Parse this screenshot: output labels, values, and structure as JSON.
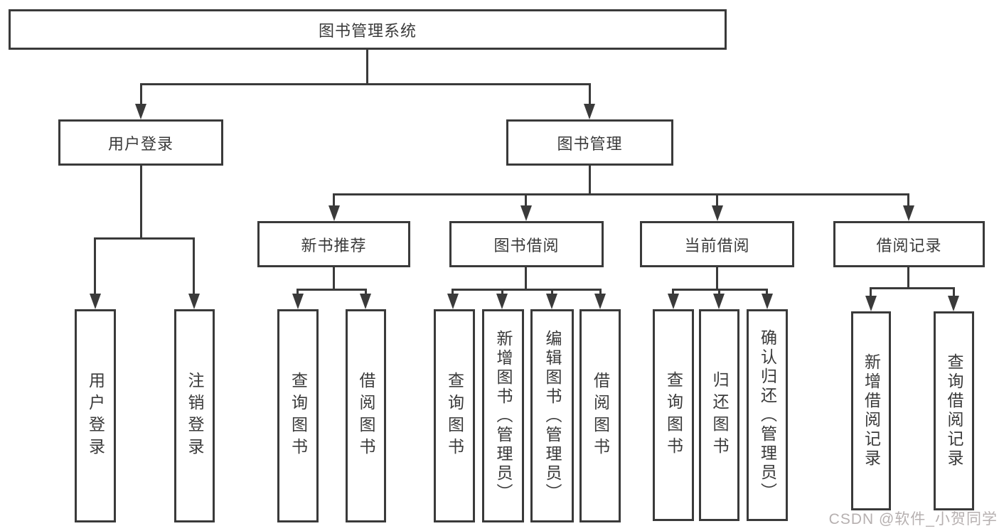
{
  "diagram_title": "图书管理系统",
  "tree": {
    "label": "图书管理系统",
    "children": [
      {
        "label": "用户登录",
        "children": [
          {
            "label": "用户登录"
          },
          {
            "label": "注销登录"
          }
        ]
      },
      {
        "label": "图书管理",
        "children": [
          {
            "label": "新书推荐",
            "children": [
              {
                "label": "查询图书"
              },
              {
                "label": "借阅图书"
              }
            ]
          },
          {
            "label": "图书借阅",
            "children": [
              {
                "label": "查询图书"
              },
              {
                "label": "新增图书（管理员）"
              },
              {
                "label": "编辑图书（管理员）"
              },
              {
                "label": "借阅图书"
              }
            ]
          },
          {
            "label": "当前借阅",
            "children": [
              {
                "label": "查询图书"
              },
              {
                "label": "归还图书"
              },
              {
                "label": "确认归还（管理员）"
              }
            ]
          },
          {
            "label": "借阅记录",
            "children": [
              {
                "label": "新增借阅记录"
              },
              {
                "label": "查询借阅记录"
              }
            ]
          }
        ]
      }
    ]
  },
  "watermark": "CSDN @软件_小贺同学",
  "colors": {
    "line": "#3a3a3a",
    "text": "#3a3a3a",
    "watermark": "#b6b0b0",
    "background": "#ffffff"
  }
}
